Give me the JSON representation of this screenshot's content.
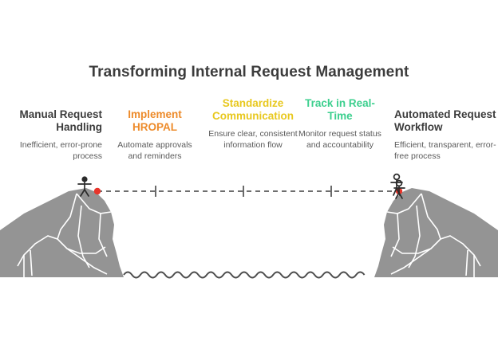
{
  "header": {
    "title": "Transforming Internal Request Management"
  },
  "columns": [
    {
      "id": "manual-request-handling",
      "heading": "Manual Request Handling",
      "subtext": "Inefficient, error-prone process",
      "color": "#3c3c3c",
      "align": "right"
    },
    {
      "id": "implement-hropal",
      "heading": "Implement HROPAL",
      "subtext": "Automate approvals and reminders",
      "color": "#ed8b2b",
      "align": "center"
    },
    {
      "id": "standardize-communication",
      "heading": "Standardize Communication",
      "subtext": "Ensure clear, consistent information flow",
      "color": "#e8c81e",
      "align": "center"
    },
    {
      "id": "track-in-real-time",
      "heading": "Track in Real-Time",
      "subtext": "Monitor request status and accountability",
      "color": "#3ccf8e",
      "align": "center"
    },
    {
      "id": "automated-request-workflow",
      "heading": "Automated Request Workflow",
      "subtext": "Efficient, transparent, error-free process",
      "color": "#3c3c3c",
      "align": "left"
    }
  ],
  "scene": {
    "left_peak_figures": 1,
    "right_peak_figures": 2,
    "anchor_marker_color": "#e8352b",
    "mountain_color": "#949494",
    "mountain_detail_color": "#ffffff",
    "rope_color": "#5a5a5a",
    "rope_tick_count": 3,
    "chasm_wave_color": "#4d4d4d"
  }
}
